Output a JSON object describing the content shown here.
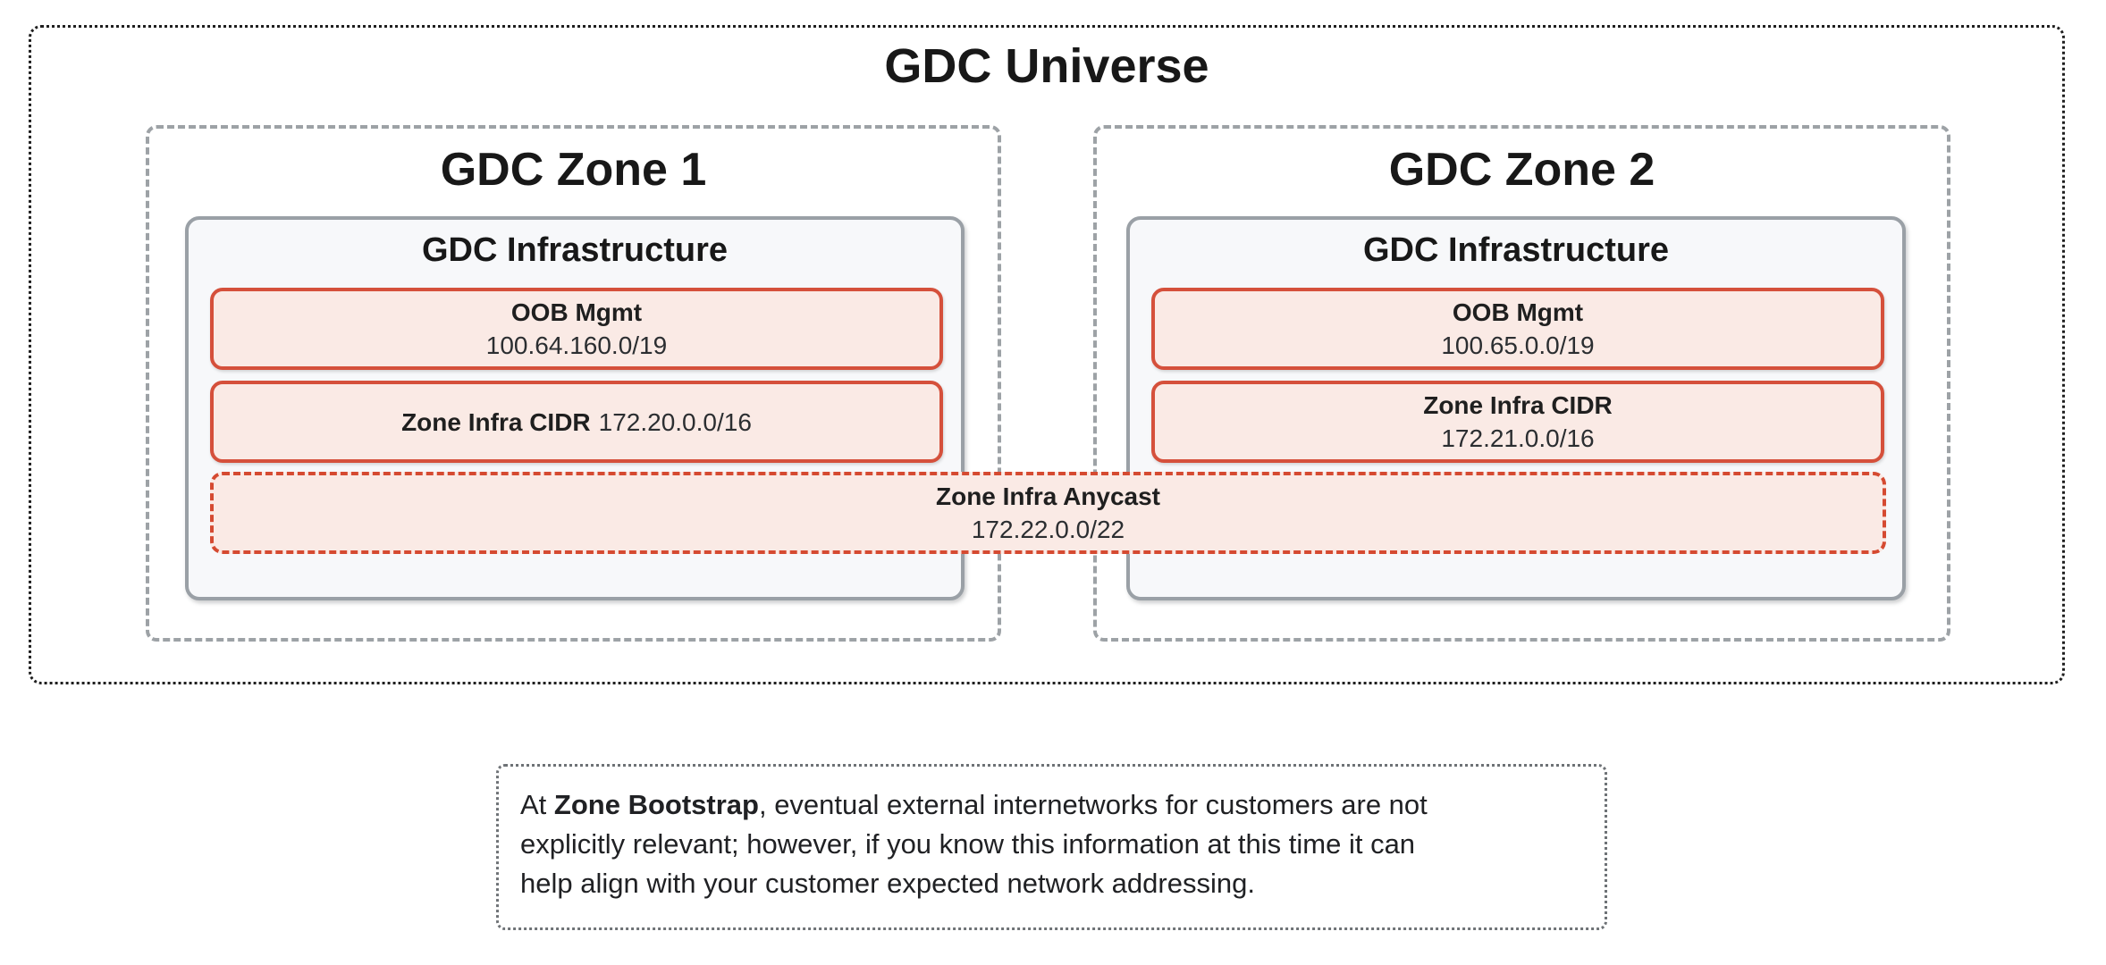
{
  "diagram": {
    "universe_title": "GDC Universe",
    "zones": [
      {
        "title": "GDC Zone 1",
        "infra_title": "GDC Infrastructure",
        "oob": {
          "label": "OOB Mgmt",
          "value": "100.64.160.0/19"
        },
        "cidr": {
          "label": "Zone Infra CIDR",
          "value": "172.20.0.0/16"
        }
      },
      {
        "title": "GDC Zone 2",
        "infra_title": "GDC Infrastructure",
        "oob": {
          "label": "OOB Mgmt",
          "value": "100.65.0.0/19"
        },
        "cidr": {
          "label": "Zone Infra CIDR",
          "value": "172.21.0.0/16"
        }
      }
    ],
    "anycast": {
      "label": "Zone Infra Anycast",
      "value": "172.22.0.0/22"
    }
  },
  "note": {
    "lines": [
      {
        "pre": "At ",
        "bold": "Zone Bootstrap",
        "post": ", eventual external internetworks for customers are not"
      },
      {
        "text": "explicitly relevant; however, if you know this information at this time it can"
      },
      {
        "text": "help align with your customer expected network addressing."
      }
    ]
  },
  "colors": {
    "red_border": "#d5503b",
    "red_dashed_border": "#d54a31",
    "red_fill": "#faeae5",
    "infra_border": "#9aa0a6",
    "infra_fill": "#f7f8fa",
    "zone_dash": "#9da2a6",
    "universe_dot": "#1f1f1f",
    "note_dot": "#6e7276",
    "text": "#202124"
  }
}
